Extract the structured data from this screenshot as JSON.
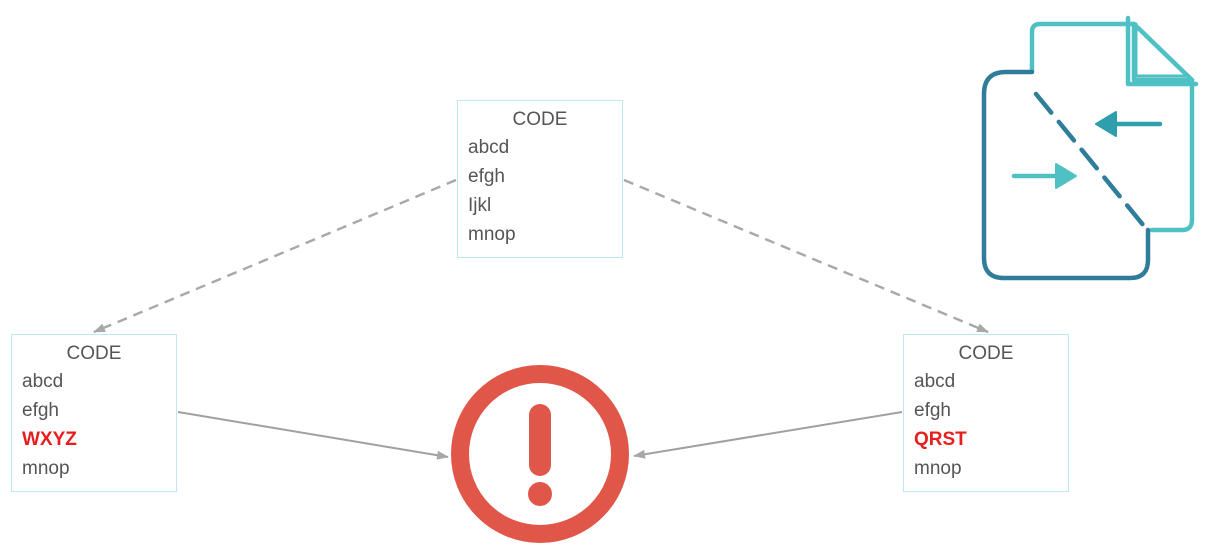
{
  "diagram": {
    "base": {
      "title": "CODE",
      "lines": [
        "abcd",
        "efgh",
        "Ijkl",
        "mnop"
      ]
    },
    "left": {
      "title": "CODE",
      "lines": [
        "abcd",
        "efgh",
        "WXYZ",
        "mnop"
      ],
      "conflict_line_index": 2
    },
    "right": {
      "title": "CODE",
      "lines": [
        "abcd",
        "efgh",
        "QRST",
        "mnop"
      ],
      "conflict_line_index": 2
    }
  },
  "icons": {
    "conflict": "exclamation-circle-icon",
    "merge": "document-merge-icon"
  },
  "colors": {
    "box_border": "#bfe6f3",
    "text": "#555555",
    "conflict_text": "#e81e1e",
    "alert": "#e0574a",
    "dashed_arrow": "#a8a8a8",
    "solid_arrow": "#a0a0a0",
    "merge_dark": "#2f7d9b",
    "merge_light": "#4fc1c4"
  }
}
